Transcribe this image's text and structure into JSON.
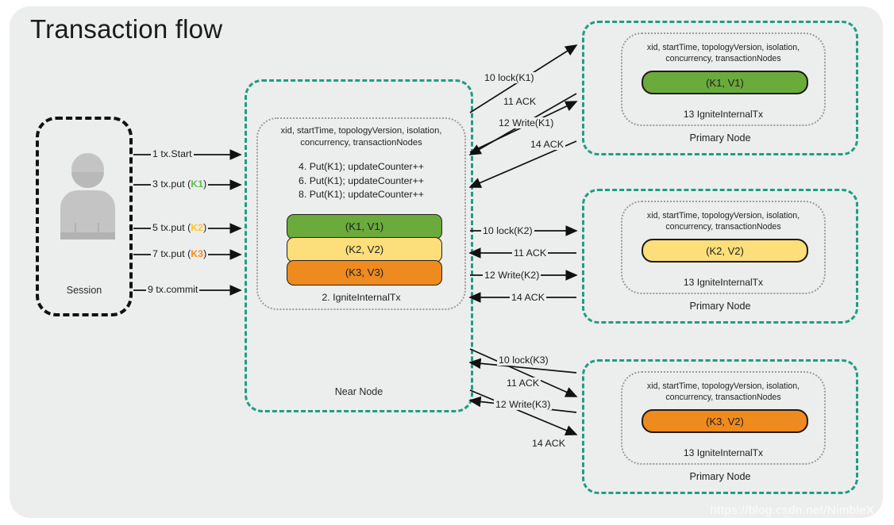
{
  "page": {
    "title": "Transaction flow",
    "watermark": "https://blog.csdn.net/NimbleX_",
    "background": "#ffffff",
    "canvas_color": "#eceded",
    "accent_teal": "#1f9e82"
  },
  "session": {
    "label": "Session",
    "avatar_icon": "user-avatar-icon",
    "messages": [
      {
        "id": "m1",
        "text": "1 tx.Start",
        "key": "",
        "key_color": ""
      },
      {
        "id": "m3",
        "prefix": "3 tx.put (",
        "key": "K1",
        "suffix": ")",
        "key_color": "#5cc24a"
      },
      {
        "id": "m5",
        "prefix": "5 tx.put (",
        "key": "K2",
        "suffix": ")",
        "key_color": "#ffc425"
      },
      {
        "id": "m7",
        "prefix": "7 tx.put (",
        "key": "K3",
        "suffix": ")",
        "key_color": "#ff8a1e"
      },
      {
        "id": "m9",
        "text": "9 tx.commit",
        "key": "",
        "key_color": ""
      }
    ]
  },
  "near_node": {
    "label": "Near Node",
    "meta": "xid, startTime, topologyVersion, isolation, concurrency, transactionNodes",
    "operations": [
      "4. Put(K1); updateCounter++",
      "6. Put(K1); updateCounter++",
      "8. Put(K1); updateCounter++"
    ],
    "entries": [
      {
        "text": "(K1, V1)",
        "color": "#6aab3c"
      },
      {
        "text": "(K2, V2)",
        "color": "#fcde7b"
      },
      {
        "text": "(K3, V3)",
        "color": "#ee8a1e"
      }
    ],
    "tx_label": "2. IgniteInternalTx"
  },
  "primary_nodes": [
    {
      "title": "Primary Node",
      "meta": "xid, startTime, topologyVersion, isolation, concurrency, transactionNodes",
      "entry": {
        "text": "(K1, V1)",
        "color": "#6aab3c"
      },
      "tx_label": "13 IgniteInternalTx"
    },
    {
      "title": "Primary Node",
      "meta": "xid, startTime, topologyVersion, isolation, concurrency, transactionNodes",
      "entry": {
        "text": "(K2, V2)",
        "color": "#fcde7b"
      },
      "tx_label": "13 IgniteInternalTx"
    },
    {
      "title": "Primary Node",
      "meta": "xid, startTime, topologyVersion, isolation, concurrency, transactionNodes",
      "entry": {
        "text": "(K3, V2)",
        "color": "#ee8a1e"
      },
      "tx_label": "13 IgniteInternalTx"
    }
  ],
  "flows": {
    "top": [
      {
        "label": "10 lock(K1)",
        "direction": "near-to-primary"
      },
      {
        "label": "11 ACK",
        "direction": "primary-to-near"
      },
      {
        "label": "12 Write(K1)",
        "direction": "near-to-primary"
      },
      {
        "label": "14 ACK",
        "direction": "primary-to-near"
      }
    ],
    "middle": [
      {
        "label": "10 lock(K2)",
        "direction": "near-to-primary"
      },
      {
        "label": "11 ACK",
        "direction": "primary-to-near"
      },
      {
        "label": "12 Write(K2)",
        "direction": "near-to-primary"
      },
      {
        "label": "14 ACK",
        "direction": "primary-to-near"
      }
    ],
    "bottom": [
      {
        "label": "10 lock(K3)",
        "direction": "near-to-primary"
      },
      {
        "label": "11 ACK",
        "direction": "primary-to-near"
      },
      {
        "label": "12 Write(K3)",
        "direction": "near-to-primary"
      },
      {
        "label": "14 ACK",
        "direction": "primary-to-near"
      }
    ]
  }
}
